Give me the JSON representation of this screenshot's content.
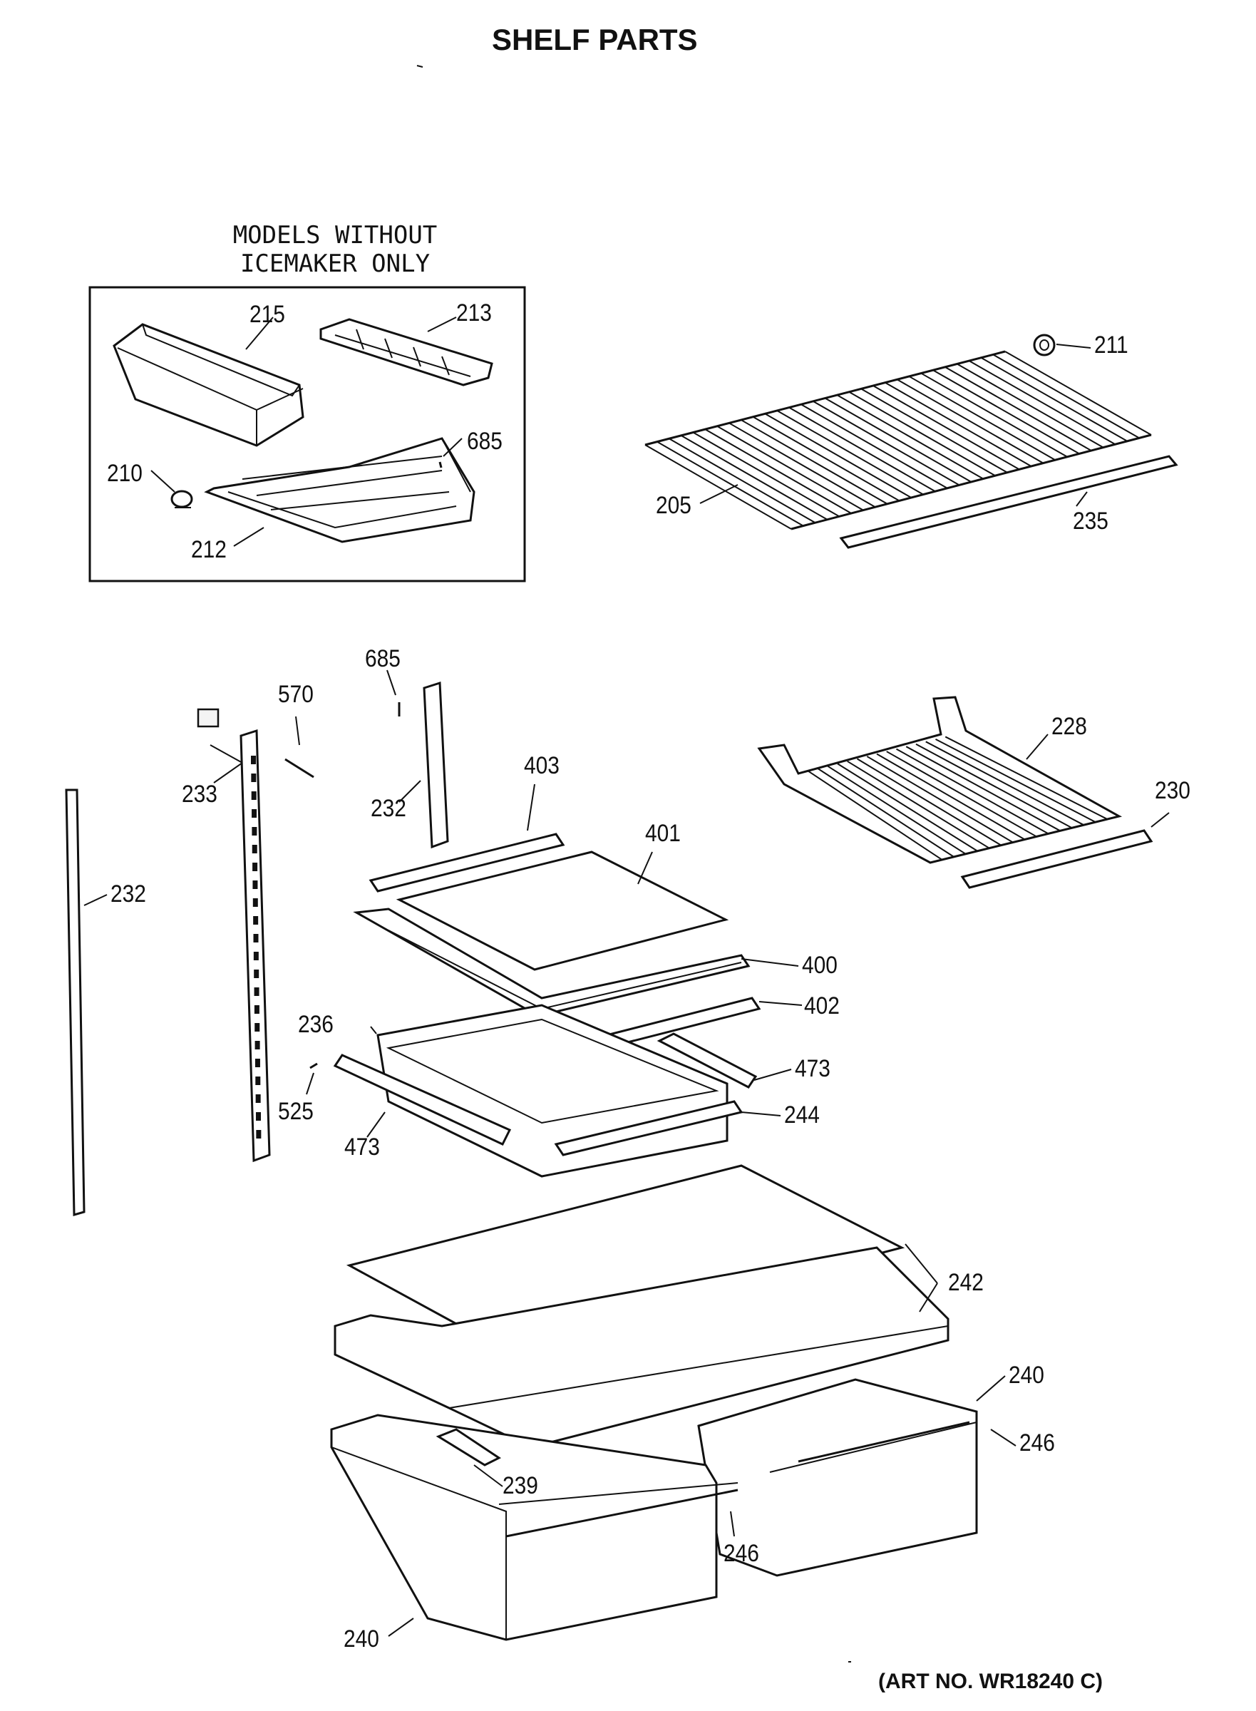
{
  "title": "SHELF PARTS",
  "inset": {
    "heading_line1": "MODELS WITHOUT",
    "heading_line2": "ICEMAKER ONLY"
  },
  "art_number": "(ART NO. WR18240 C)",
  "callouts": [
    {
      "id": "c215",
      "text": "215"
    },
    {
      "id": "c213",
      "text": "213"
    },
    {
      "id": "c685a",
      "text": "685"
    },
    {
      "id": "c210",
      "text": "210"
    },
    {
      "id": "c212",
      "text": "212"
    },
    {
      "id": "c211",
      "text": "211"
    },
    {
      "id": "c205",
      "text": "205"
    },
    {
      "id": "c235",
      "text": "235"
    },
    {
      "id": "c685b",
      "text": "685"
    },
    {
      "id": "c570",
      "text": "570"
    },
    {
      "id": "c233",
      "text": "233"
    },
    {
      "id": "c232a",
      "text": "232"
    },
    {
      "id": "c403",
      "text": "403"
    },
    {
      "id": "c232b",
      "text": "232"
    },
    {
      "id": "c401",
      "text": "401"
    },
    {
      "id": "c228",
      "text": "228"
    },
    {
      "id": "c230",
      "text": "230"
    },
    {
      "id": "c400",
      "text": "400"
    },
    {
      "id": "c402",
      "text": "402"
    },
    {
      "id": "c236",
      "text": "236"
    },
    {
      "id": "c473a",
      "text": "473"
    },
    {
      "id": "c525",
      "text": "525"
    },
    {
      "id": "c244",
      "text": "244"
    },
    {
      "id": "c473b",
      "text": "473"
    },
    {
      "id": "c242",
      "text": "242"
    },
    {
      "id": "c240a",
      "text": "240"
    },
    {
      "id": "c246a",
      "text": "246"
    },
    {
      "id": "c239",
      "text": "239"
    },
    {
      "id": "c246b",
      "text": "246"
    },
    {
      "id": "c240b",
      "text": "240"
    }
  ]
}
